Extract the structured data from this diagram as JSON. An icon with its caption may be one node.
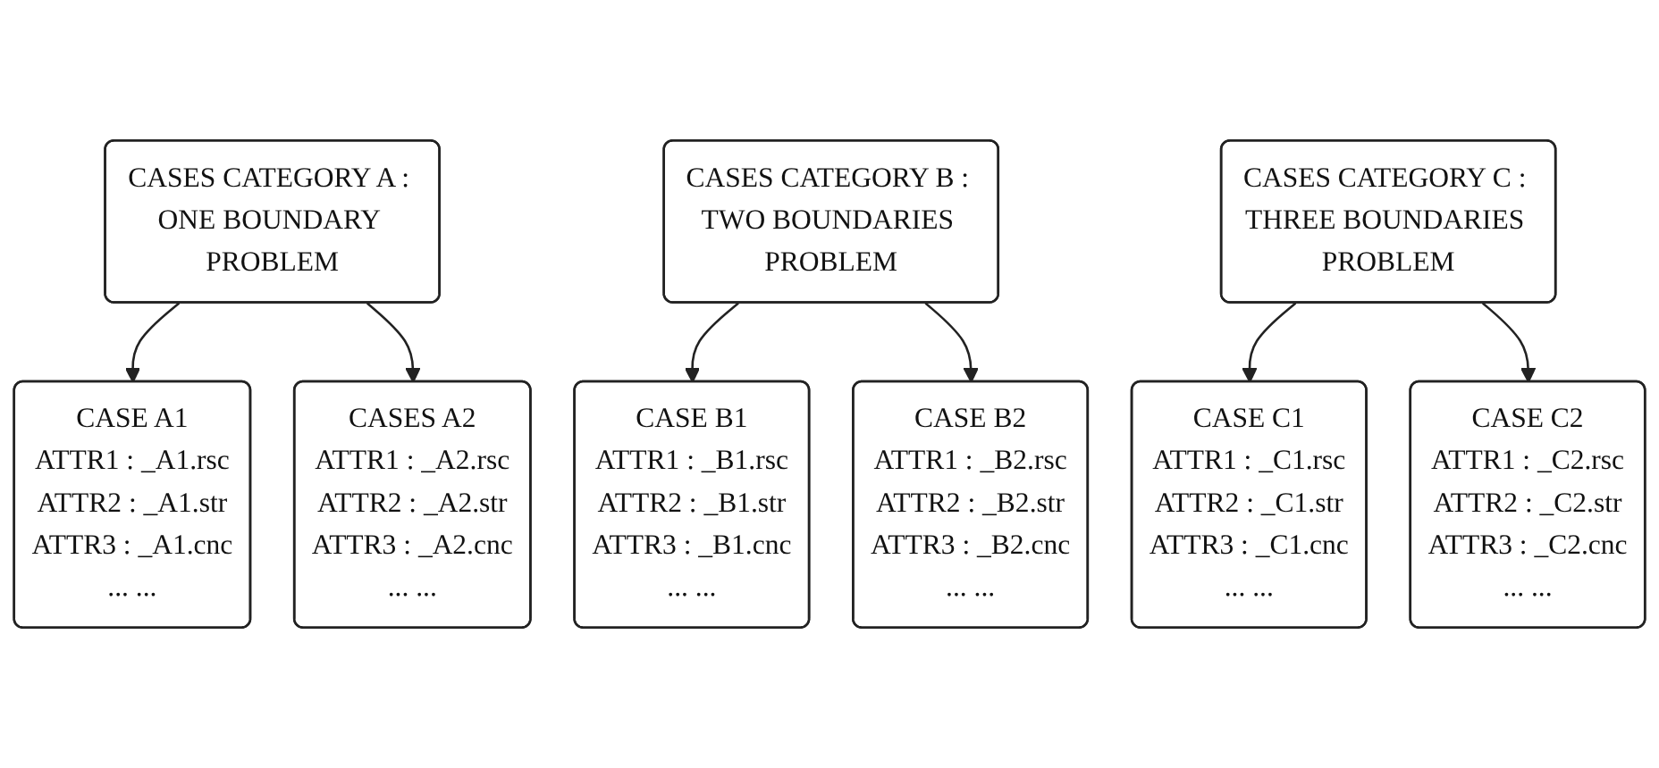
{
  "diagram": {
    "nodes": [
      {
        "text": [
          "CASES CATEGORY A : ONE BOUNDARY PROBLEM"
        ]
      },
      {
        "text": [
          "CASES CATEGORY B : TWO BOUNDARIES PROBLEM"
        ]
      },
      {
        "text": [
          "CASES CATEGORY C : THREE BOUNDARIES PROBLEM"
        ]
      },
      {
        "text": [
          "CASE A1",
          "ATTR1 : _A1.rsc",
          "ATTR2 : _A1.str",
          "ATTR3 : _A1.cnc",
          "... ..."
        ]
      },
      {
        "text": [
          "CASE B1",
          "ATTR1 : _B1.rsc",
          "ATTR2 : _B1.str",
          "ATTR3 : _B1.cnc",
          "... ..."
        ]
      },
      {
        "text": [
          "CASE C1",
          "ATTR1 : _C1.rsc",
          "ATTR2 : _C1.str",
          "ATTR3 : _C1.cnc",
          "... ..."
        ]
      },
      {
        "text": [
          "CASES A2",
          "ATTR1 : _A2.rsc",
          "ATTR2 : _A2.str",
          "ATTR3 : _A2.cnc",
          "... ..."
        ]
      },
      {
        "text": [
          "CASE B2",
          "ATTR1 : _B2.rsc",
          "ATTR2 : _B2.str",
          "ATTR3 : _B2.cnc",
          "... ..."
        ]
      },
      {
        "text": [
          "CASE C2",
          "ATTR1 : _C2.rsc",
          "ATTR2 : _C2.str",
          "ATTR3 : _C2.cnc",
          "... ..."
        ]
      }
    ],
    "edges": [
      {
        "from": 0,
        "to": 3,
        "arrow": "to"
      },
      {
        "from": 0,
        "to": 6,
        "arrow": "to"
      },
      {
        "from": 1,
        "to": 4,
        "arrow": "to"
      },
      {
        "from": 1,
        "to": 7,
        "arrow": "to"
      },
      {
        "from": 2,
        "to": 5,
        "arrow": "to"
      },
      {
        "from": 2,
        "to": 8,
        "arrow": "to"
      }
    ]
  }
}
